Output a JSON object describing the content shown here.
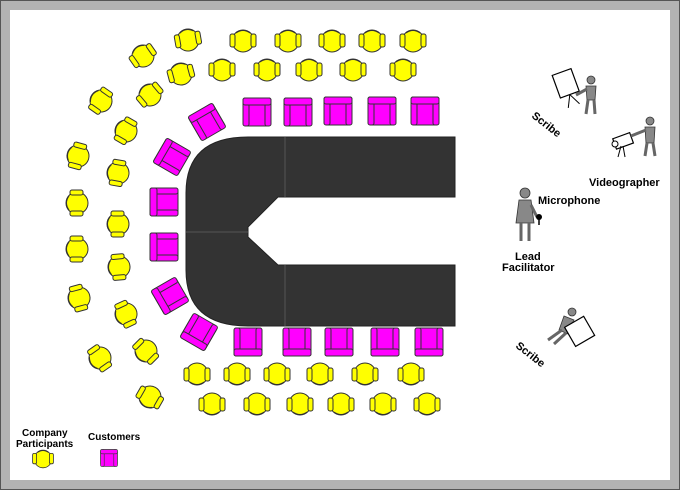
{
  "labels": {
    "scribe_top": "Scribe",
    "videographer": "Videographer",
    "microphone": "Microphone",
    "lead_facilitator_line1": "Lead",
    "lead_facilitator_line2": "Facilitator",
    "scribe_bottom": "Scribe"
  },
  "legend": {
    "company_line1": "Company",
    "company_line2": "Participants",
    "customers": "Customers"
  },
  "colors": {
    "company_chair": "#ffff00",
    "customer_chair": "#ff00ff",
    "table": "#333333",
    "frame": "#b3b3b3"
  },
  "icons": {
    "company_chair": "round-chair-icon",
    "customer_chair": "square-chair-icon",
    "scribe": "person-at-easel-icon",
    "videographer": "person-with-video-camera-icon",
    "facilitator": "person-with-microphone-icon"
  }
}
